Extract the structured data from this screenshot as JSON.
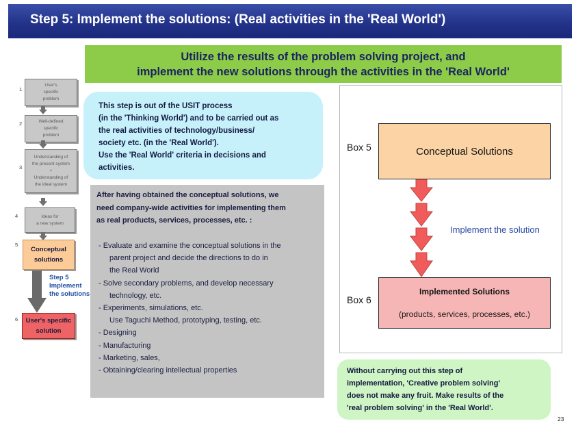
{
  "header": {
    "title": "Step 5: Implement the solutions:  (Real activities in the 'Real World')"
  },
  "banner": {
    "line1": "Utilize the results of the problem solving project, and",
    "line2": "implement the new solutions through the activities in the 'Real World'"
  },
  "flowchart": {
    "steps": [
      {
        "num": "1",
        "lines": [
          "User's",
          "specific",
          "problem"
        ]
      },
      {
        "num": "2",
        "lines": [
          "Well-defined",
          "specific",
          "problem"
        ]
      },
      {
        "num": "3",
        "lines": [
          "Understanding of",
          "the present system",
          "+",
          "Understanding of",
          "the ideal system"
        ]
      },
      {
        "num": "4",
        "lines": [
          "Ideas for",
          "a new system"
        ]
      },
      {
        "num": "5",
        "lines": [
          "Conceptual",
          "solutions"
        ]
      },
      {
        "num": "6",
        "lines": [
          "User's specific",
          "solution"
        ]
      }
    ],
    "step_arrow_label": [
      "Step 5",
      "Implement",
      "the solutions"
    ]
  },
  "cyan_box": {
    "lines": [
      "This step  is out of the  USIT process",
      "(in the 'Thinking World')  and to be carried out as",
      "the real activities  of technology/business/",
      "society etc.  (in the 'Real World').",
      "Use the 'Real World' criteria in decisions and",
      "activities."
    ]
  },
  "grey_box": {
    "intro": [
      "After having obtained the conceptual solutions,  we",
      "need  company-wide activities for implementing them",
      "as real products, services, processes, etc. :"
    ],
    "items": [
      {
        "text": "- Evaluate and examine the conceptual solutions in the",
        "indent": false
      },
      {
        "text": "parent  project  and decide  the directions to do in",
        "indent": true
      },
      {
        "text": "the Real World",
        "indent": true
      },
      {
        "text": "- Solve secondary problems, and develop necessary",
        "indent": false
      },
      {
        "text": "technology, etc.",
        "indent": true
      },
      {
        "text": "- Experiments, simulations, etc.",
        "indent": false
      },
      {
        "text": "Use Taguchi Method,  prototyping, testing, etc.",
        "indent": true
      },
      {
        "text": "- Designing",
        "indent": false
      },
      {
        "text": "- Manufacturing",
        "indent": false
      },
      {
        "text": "- Marketing, sales,",
        "indent": false
      },
      {
        "text": "- Obtaining/clearing intellectual properties",
        "indent": false
      }
    ]
  },
  "diagram": {
    "box5_label": "Box 5",
    "box5_text": "Conceptual Solutions",
    "arrow_label": "Implement the solution",
    "box6_label": "Box 6",
    "box6_title": "Implemented Solutions",
    "box6_sub": "(products, services, processes,  etc.)"
  },
  "green_box": {
    "lines": [
      "Without carrying out  this step of",
      "implementation, 'Creative problem solving'",
      "does not make any fruit.  Make results of the",
      "'real problem solving' in the 'Real World'."
    ]
  },
  "page_number": "23",
  "colors": {
    "title_bar": "#23338a",
    "banner": "#8ccc48",
    "cyan_box": "#c6f1fb",
    "grey_box": "#c4c4c4",
    "box5": "#fbd3a4",
    "box6": "#f7b6b6",
    "red_arrows": "#f05c5c",
    "green_box": "#cff5c5",
    "flow_step5": "#fbcb98",
    "flow_step6": "#ee6363"
  }
}
